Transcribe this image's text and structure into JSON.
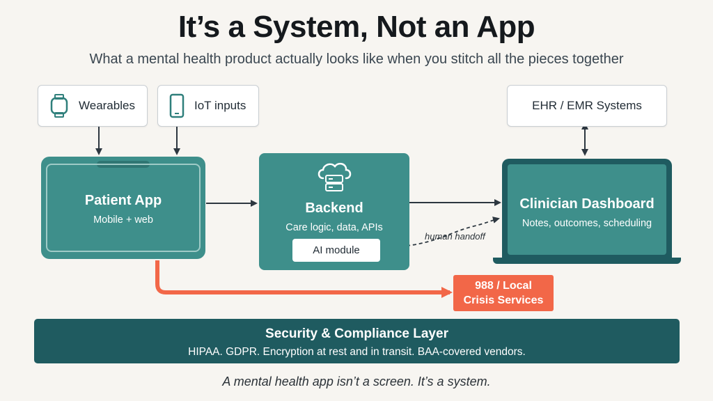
{
  "header": {
    "title": "It’s a System, Not an App",
    "subtitle": "What a mental health product actually looks like when you stitch all the pieces together"
  },
  "inputs": [
    {
      "label": "Wearables",
      "icon": "smartwatch-icon"
    },
    {
      "label": "IoT inputs",
      "icon": "smartphone-icon"
    }
  ],
  "ehr": {
    "label": "EHR / EMR Systems"
  },
  "patient_app": {
    "title": "Patient App",
    "subtitle": "Mobile + web"
  },
  "backend": {
    "title": "Backend",
    "subtitle": "Care logic, data, APIs",
    "ai_module": "AI module",
    "icon": "cloud-server-icon"
  },
  "clinician": {
    "title": "Clinician Dashboard",
    "subtitle": "Notes, outcomes, scheduling"
  },
  "handoff_label": "human handoff",
  "crisis": {
    "line1": "988 / Local",
    "line2": "Crisis Services"
  },
  "security": {
    "title": "Security & Compliance Layer",
    "subtitle": "HIPAA. GDPR. Encryption at rest and in transit. BAA-covered vendors."
  },
  "footer": "A mental health app isn’t a screen. It’s a system.",
  "colors": {
    "teal": "#3e8f8b",
    "dark_teal": "#1f5b60",
    "crisis_orange": "#f26748",
    "background": "#f7f5f1"
  }
}
